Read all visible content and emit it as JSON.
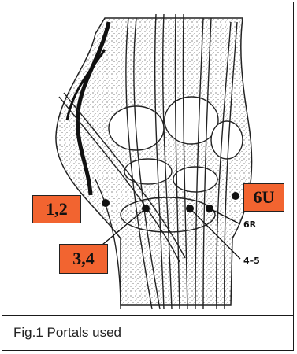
{
  "figure": {
    "caption": "Fig.1 Portals used",
    "label_fill": "#f26430"
  },
  "portals": [
    {
      "id": "p12",
      "label": "1,2"
    },
    {
      "id": "p34",
      "label": "3,4"
    },
    {
      "id": "p6u",
      "label": "6U"
    }
  ],
  "tendon_labels": [
    "6R",
    "4–5"
  ]
}
